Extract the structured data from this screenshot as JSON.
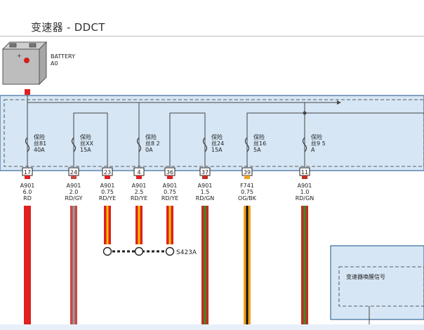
{
  "page": {
    "title": "变速器 - DDCT"
  },
  "battery": {
    "name": "BATTERY",
    "code": "A0"
  },
  "fuses": [
    {
      "id": "fuse-81",
      "label1": "保险",
      "label2": "丝81",
      "rating": "40A",
      "pin": "17",
      "wire": "A901",
      "gauge": "6.0",
      "color_code": "RD",
      "colors": [
        "#e02020"
      ]
    },
    {
      "id": "fuse-xx",
      "label1": "保险",
      "label2": "丝XX",
      "rating": "15A",
      "pin": "24",
      "wire": "A901",
      "gauge": "2.0",
      "color_code": "RD/GY",
      "colors": [
        "#c84848",
        "#9a9a9a"
      ]
    },
    {
      "id": "fuse-23",
      "label1": "",
      "label2": "",
      "rating": "",
      "pin": "23",
      "wire": "A901",
      "gauge": "0.75",
      "color_code": "RD/YE",
      "colors": [
        "#e02020",
        "#f2c200"
      ]
    },
    {
      "id": "fuse-8",
      "label1": "保险",
      "label2": "丝8 2",
      "rating": "0A",
      "pin": "4",
      "wire": "A901",
      "gauge": "2.5",
      "color_code": "RD/YE",
      "colors": [
        "#e02020",
        "#f2c200"
      ]
    },
    {
      "id": "fuse-36",
      "label1": "",
      "label2": "",
      "rating": "",
      "pin": "36",
      "wire": "A901",
      "gauge": "0.75",
      "color_code": "RD/YE",
      "colors": [
        "#e02020",
        "#f2c200"
      ]
    },
    {
      "id": "fuse-24",
      "label1": "保险",
      "label2": "丝24",
      "rating": "15A",
      "pin": "37",
      "wire": "A901",
      "gauge": "1.5",
      "color_code": "RD/GN",
      "colors": [
        "#c03020",
        "#3a8a2a"
      ]
    },
    {
      "id": "fuse-16",
      "label1": "保险",
      "label2": "丝16",
      "rating": "5A",
      "pin": "39",
      "wire": "F741",
      "gauge": "0.75",
      "color_code": "OG/BK",
      "colors": [
        "#f0a020",
        "#111111"
      ]
    },
    {
      "id": "fuse-9",
      "label1": "保险",
      "label2": "丝9 5",
      "rating": "A",
      "pin": "11",
      "wire": "A901",
      "gauge": "1.0",
      "color_code": "RD/GN",
      "colors": [
        "#c03020",
        "#3a8a2a"
      ]
    }
  ],
  "splice": {
    "name": "S423A"
  },
  "module": {
    "label": "变速器唤醒信号"
  },
  "colors": {
    "fuse_box_fill": "#d6e6f5",
    "fuse_box_border": "#3b6b99",
    "line": "#444444"
  }
}
